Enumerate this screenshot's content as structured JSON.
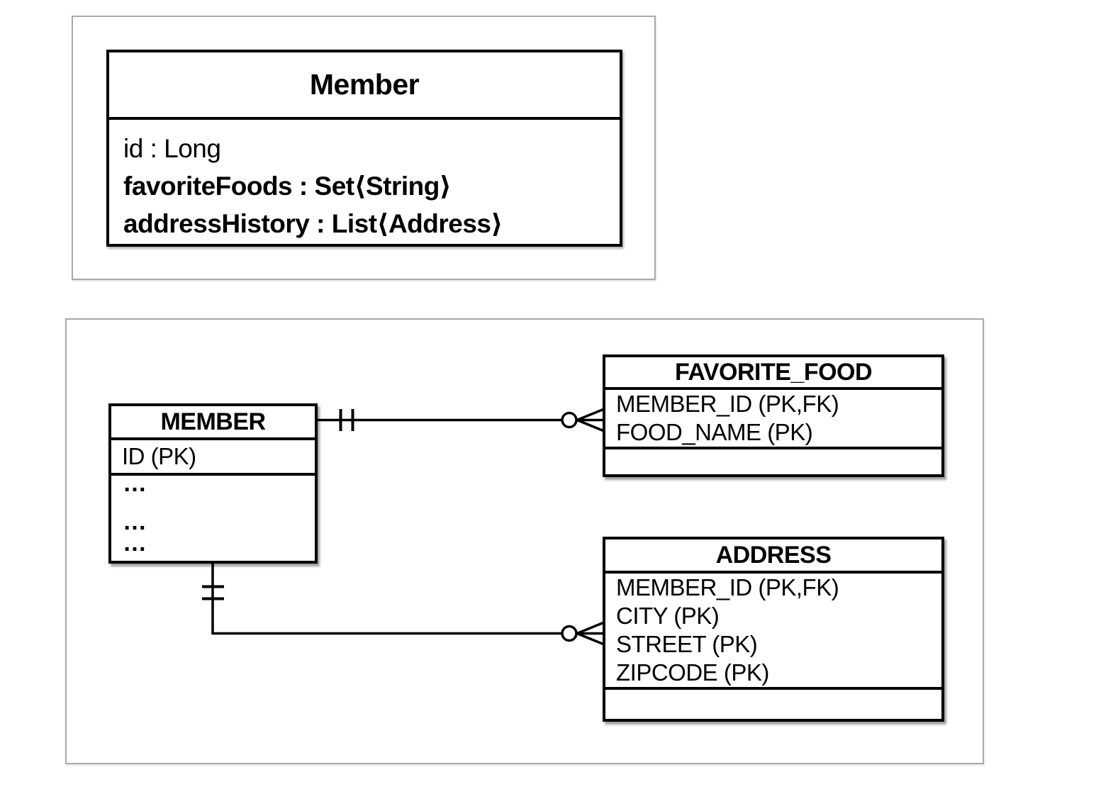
{
  "uml_class": {
    "title": "Member",
    "attributes": [
      {
        "text": "id : Long",
        "style": "light"
      },
      {
        "text": "favoriteFoods : Set⟨String⟩",
        "style": "bold"
      },
      {
        "text": "addressHistory : List⟨Address⟩",
        "style": "bold"
      }
    ]
  },
  "er": {
    "member": {
      "title": "MEMBER",
      "key_row": "ID (PK)",
      "ellipsis_rows": [
        "…",
        "…",
        "…"
      ]
    },
    "favorite_food": {
      "title": "FAVORITE_FOOD",
      "rows": [
        "MEMBER_ID (PK,FK)",
        "FOOD_NAME (PK)"
      ]
    },
    "address": {
      "title": "ADDRESS",
      "rows": [
        "MEMBER_ID (PK,FK)",
        "CITY (PK)",
        "STREET (PK)",
        "ZIPCODE (PK)"
      ]
    },
    "relationships": [
      {
        "from": "MEMBER",
        "to": "FAVORITE_FOOD",
        "from_cardinality": "exactly-one",
        "to_cardinality": "zero-or-many"
      },
      {
        "from": "MEMBER",
        "to": "ADDRESS",
        "from_cardinality": "exactly-one",
        "to_cardinality": "zero-or-many"
      }
    ]
  },
  "colors": {
    "box_border": "#000000",
    "panel_border": "#a9a9a9",
    "background": "#ffffff"
  }
}
